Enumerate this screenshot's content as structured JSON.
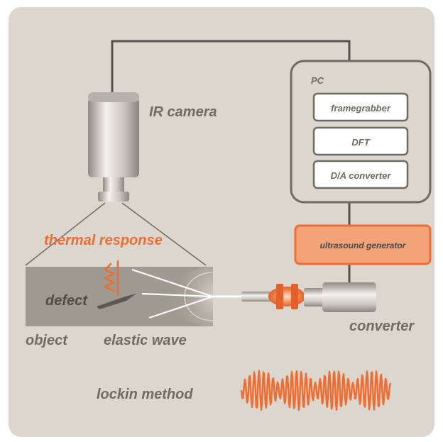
{
  "labels": {
    "pc": "PC",
    "framegrabber": "framegrabber",
    "dft": "DFT",
    "da_converter": "D/A converter",
    "ir_camera": "IR camera",
    "thermal_response": "thermal response",
    "ultrasound_generator": "ultrasound generator",
    "defect": "defect",
    "object": "object",
    "elastic_wave": "elastic wave",
    "converter": "converter",
    "lockin_method": "lockin method"
  },
  "colors": {
    "panel": "#dcd7ce",
    "box_stroke": "#6e6a64",
    "text_gray": "#6e6a64",
    "accent_orange": "#ee6d32",
    "generator_fill": "#f4a278",
    "object_fill": "#9f9a90"
  },
  "icons": [
    "ir-camera-icon",
    "converter-transducer-icon",
    "coupling-icon",
    "lockin-wave-icon",
    "heat-squiggle-icon"
  ]
}
